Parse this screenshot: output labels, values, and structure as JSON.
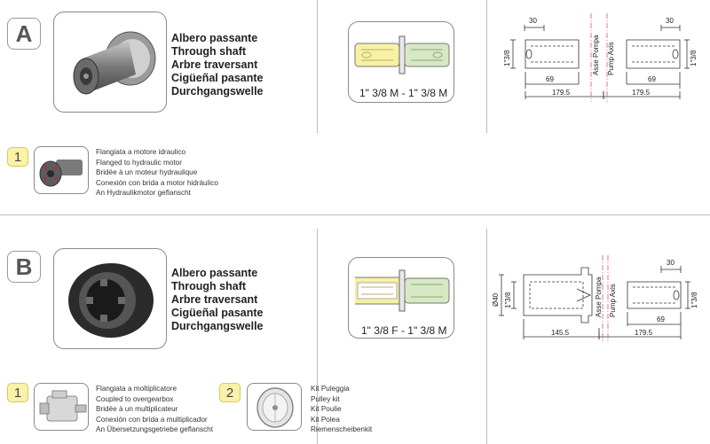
{
  "section_a": {
    "letter": "A",
    "names": [
      "Albero passante",
      "Through shaft",
      "Arbre traversant",
      "Cigüeñal pasante",
      "Durchgangswelle"
    ],
    "spec": "1\" 3/8 M - 1\" 3/8 M",
    "drawing": {
      "dim_30_left": "30",
      "dim_30_right": "30",
      "dim_69_left": "69",
      "dim_69_right": "69",
      "dim_179_left": "179.5",
      "dim_179_right": "179.5",
      "size_left": "1\"3/8",
      "size_right": "1\"3/8",
      "axis_it": "Asse Pompa",
      "axis_en": "Pump Axis"
    },
    "option": {
      "number": "1",
      "lines": [
        "Flangiata a motore idraulico",
        "Flanged to hydraulic motor",
        "Bridée à un moteur hydraulique",
        "Conexión con brida a motor hidráulico",
        "An Hydraulikmotor geflanscht"
      ]
    }
  },
  "section_b": {
    "letter": "B",
    "names": [
      "Albero passante",
      "Through shaft",
      "Arbre traversant",
      "Cigüeñal pasante",
      "Durchgangswelle"
    ],
    "spec": "1\" 3/8 F - 1\" 3/8 M",
    "drawing": {
      "dim_30": "30",
      "dim_69": "69",
      "dim_145": "145.5",
      "dim_179": "179.5",
      "size_d40": "Ø40",
      "size_left": "1\"3/8",
      "size_right": "1\"3/8",
      "axis_it": "Asse Pompa",
      "axis_en": "Pump Axis"
    },
    "option1": {
      "number": "1",
      "lines": [
        "Flangiata a moltiplicatore",
        "Coupled to overgearbox",
        "Bridée à un multiplicateur",
        "Conexión con brida a multiplicador",
        "An Übersetzungsgetriebe geflanscht"
      ]
    },
    "option2": {
      "number": "2",
      "lines": [
        "Kit Puleggia",
        "Pulley kit",
        "Kit Poulie",
        "Kit Polea",
        "Riemenscheibenkit"
      ]
    }
  },
  "colors": {
    "male_yellow": "#f6f1a4",
    "shaft_green": "#d6e8c4",
    "axis_red": "#e05a5a",
    "frame_grey": "#8a8a8a"
  }
}
